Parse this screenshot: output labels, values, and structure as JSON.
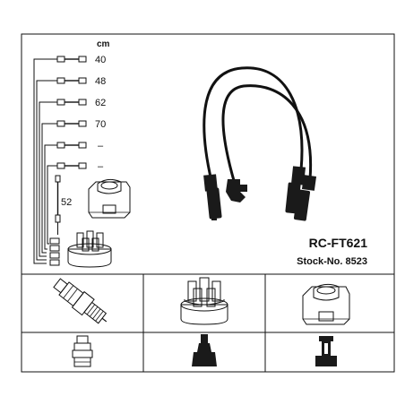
{
  "unit_label": "cm",
  "leads": [
    {
      "length": "40"
    },
    {
      "length": "48"
    },
    {
      "length": "62"
    },
    {
      "length": "70"
    },
    {
      "length": "–"
    },
    {
      "length": "–"
    }
  ],
  "coil_lead_length": "52",
  "product": {
    "model": "RC-FT621",
    "stock_label": "Stock-No. 8523"
  },
  "colors": {
    "line": "#111111",
    "part_fill": "#ffffff",
    "shade": "#d9d9d9",
    "cable": "#1a1a1a"
  },
  "icons": [
    "spark-plug-icon",
    "distributor-cap-icon",
    "ignition-coil-icon",
    "plug-boot-icon",
    "cap-terminal-icon",
    "coil-terminal-icon"
  ]
}
